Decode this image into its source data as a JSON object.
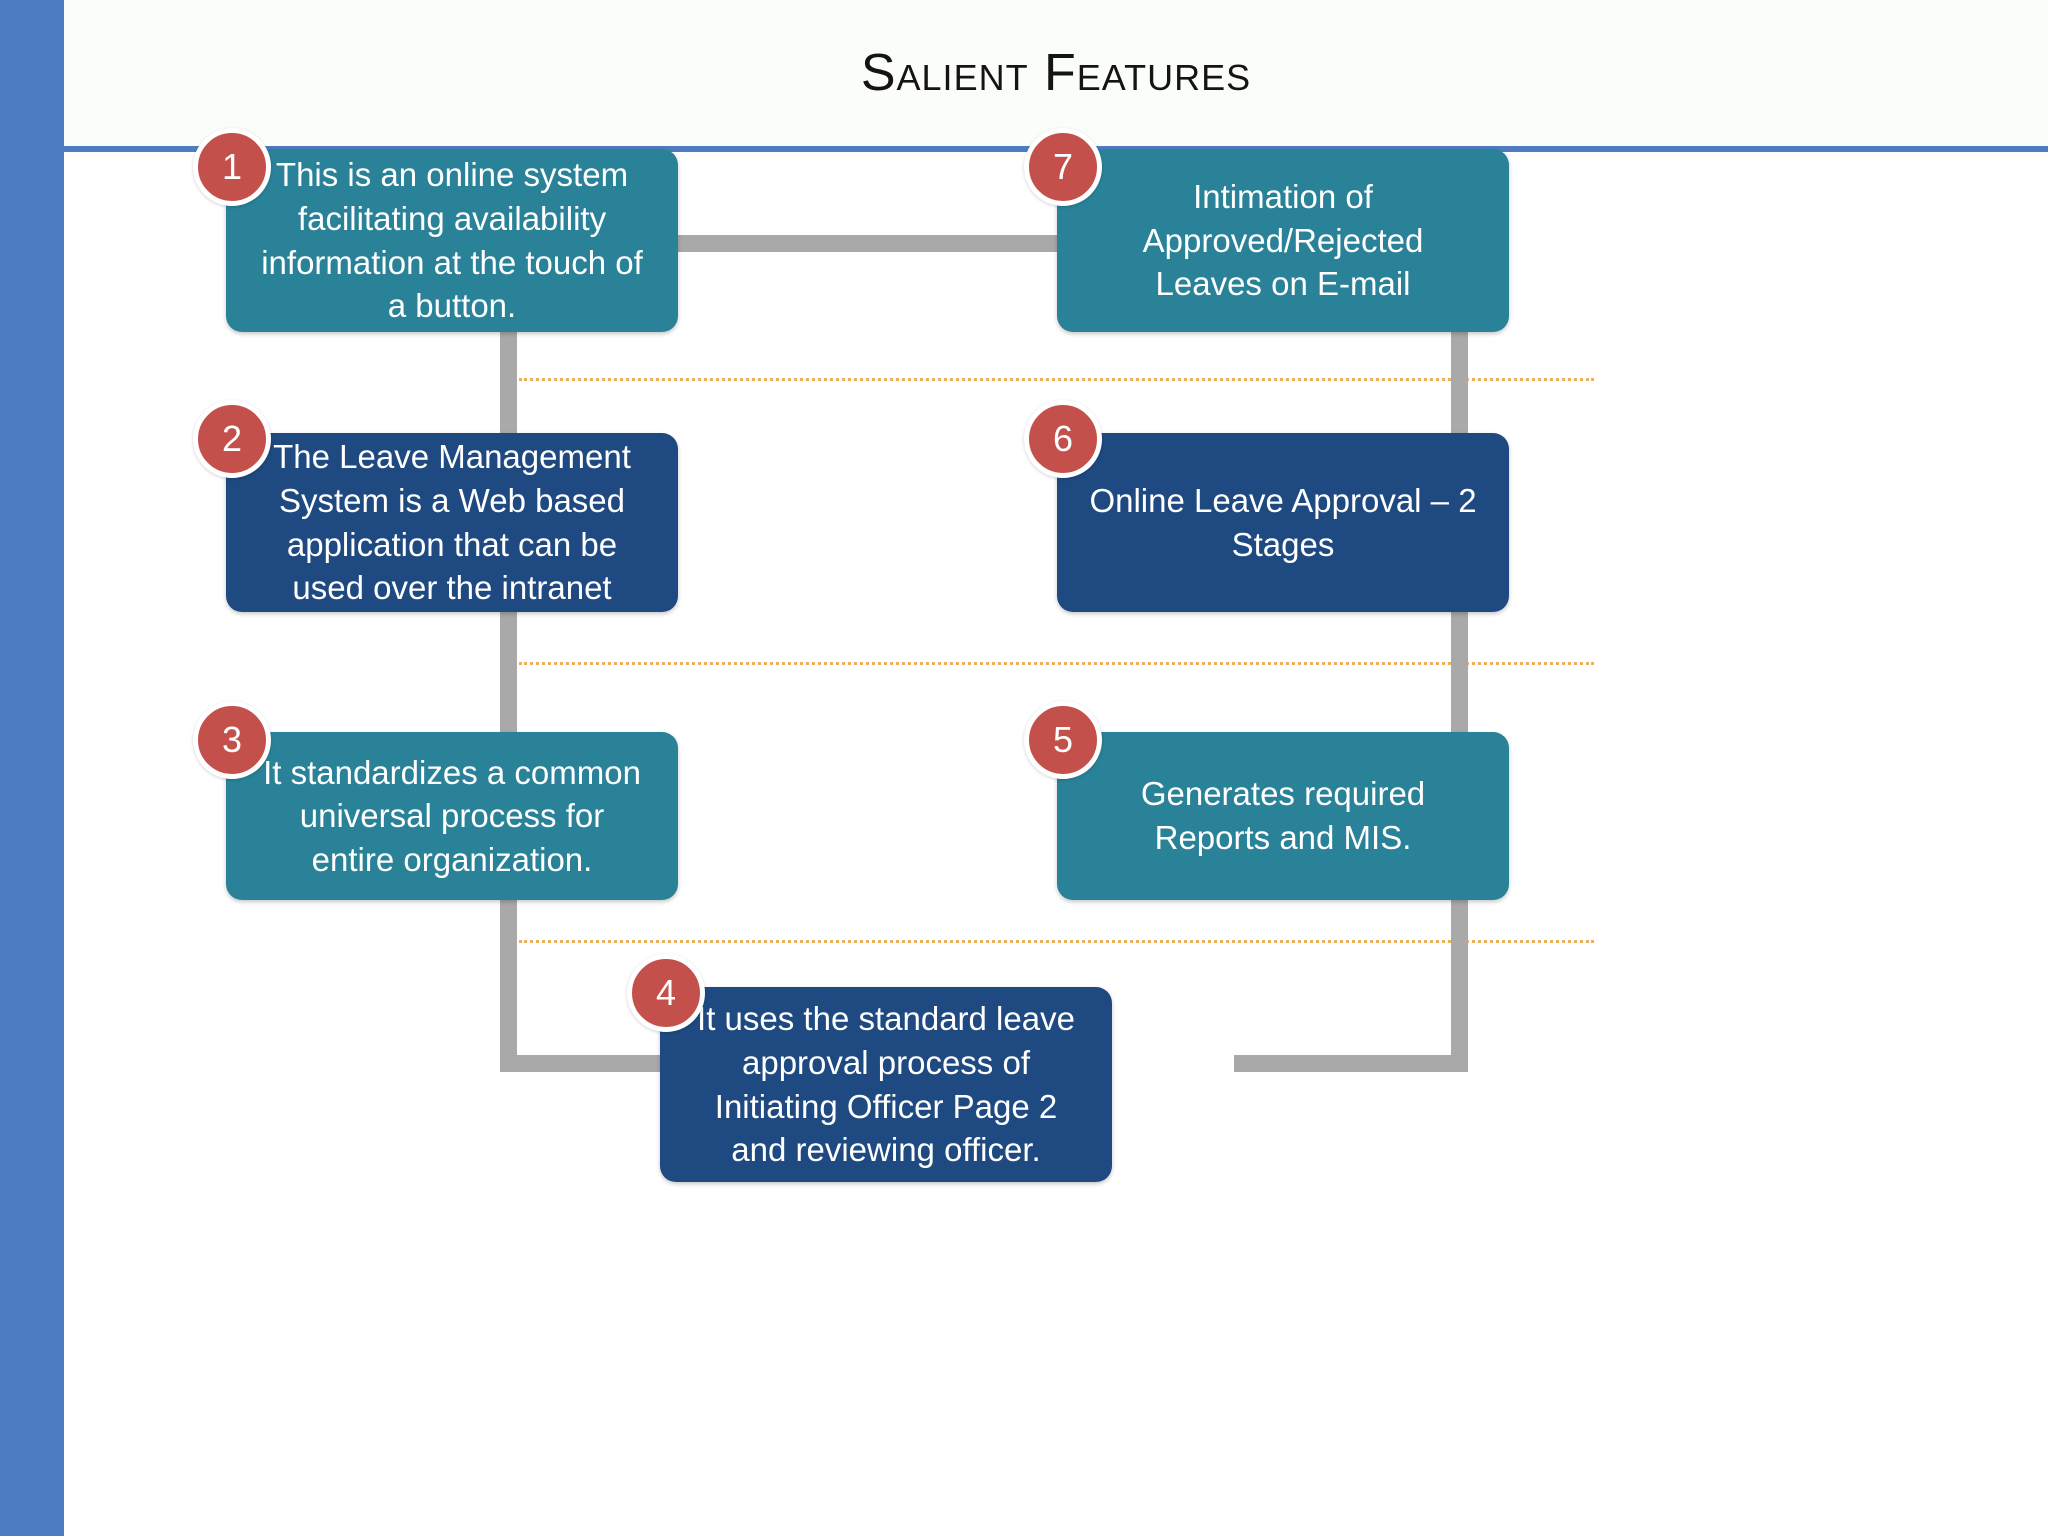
{
  "slide": {
    "title": "Salient Features",
    "accent_blue": "#4e7cc0",
    "teal": "#2a8298",
    "navy": "#1e4a81",
    "badge_red": "#c4504b",
    "connector_gray": "#a9a9a9",
    "guide_orange": "#e8a33d"
  },
  "features": [
    {
      "number": "1",
      "text": "This is an online system facilitating availability information at the touch of a button.",
      "style": "teal"
    },
    {
      "number": "2",
      "text": "The Leave Management System is a Web based application that can be used over the intranet",
      "style": "navy"
    },
    {
      "number": "3",
      "text": "It standardizes a common universal process for entire organization.",
      "style": "teal"
    },
    {
      "number": "4",
      "text": "It uses the standard leave approval process of Initiating Officer Page 2 and reviewing officer.",
      "style": "navy"
    },
    {
      "number": "5",
      "text": "Generates required Reports and MIS.",
      "style": "teal"
    },
    {
      "number": "6",
      "text": "Online Leave Approval – 2 Stages",
      "style": "navy"
    },
    {
      "number": "7",
      "text": "Intimation of Approved/Rejected Leaves on E-mail",
      "style": "teal"
    }
  ]
}
